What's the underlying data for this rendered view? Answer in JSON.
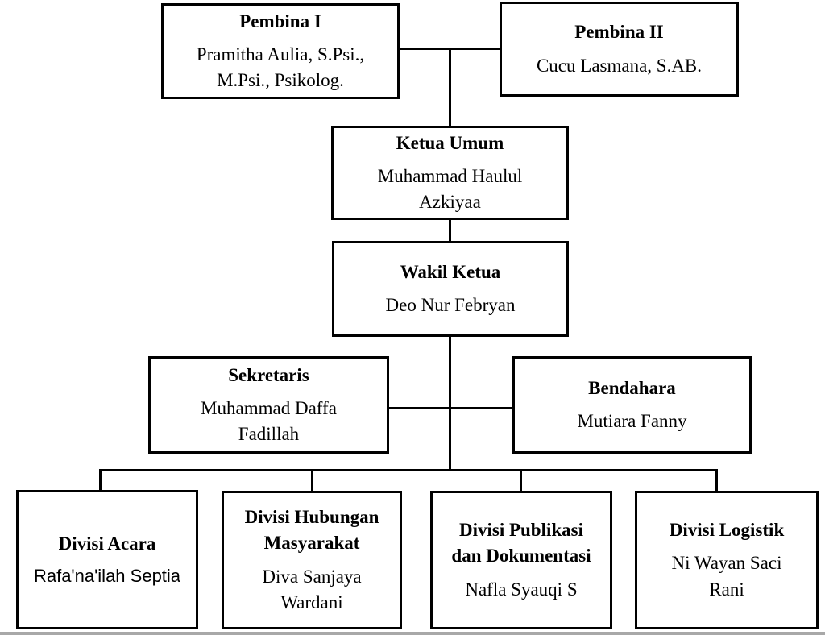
{
  "diagram_type": "organization-chart",
  "colors": {
    "background": "#ffffff",
    "box_border": "#000000",
    "text": "#000000",
    "bottom_edge_strip": "#a8a8a8"
  },
  "nodes": {
    "pembina1": {
      "title": "Pembina I",
      "name": "Pramitha Aulia, S.Psi.,\nM.Psi., Psikolog."
    },
    "pembina2": {
      "title": "Pembina II",
      "name": "Cucu Lasmana, S.AB."
    },
    "ketua_umum": {
      "title": "Ketua Umum",
      "name": "Muhammad Haulul\nAzkiyaa"
    },
    "wakil_ketua": {
      "title": "Wakil Ketua",
      "name": "Deo Nur Febryan"
    },
    "sekretaris": {
      "title": "Sekretaris",
      "name": "Muhammad Daffa\nFadillah"
    },
    "bendahara": {
      "title": "Bendahara",
      "name": "Mutiara Fanny"
    },
    "divisi_acara": {
      "title": "Divisi Acara",
      "name": "Rafa'na'ilah Septia"
    },
    "divisi_humas": {
      "title": "Divisi Hubungan\nMasyarakat",
      "name": "Diva Sanjaya\nWardani"
    },
    "divisi_pubdok": {
      "title": "Divisi Publikasi\ndan Dokumentasi",
      "name": "Nafla Syauqi S"
    },
    "divisi_logistik": {
      "title": "Divisi Logistik",
      "name": "Ni Wayan Saci\nRani"
    }
  }
}
